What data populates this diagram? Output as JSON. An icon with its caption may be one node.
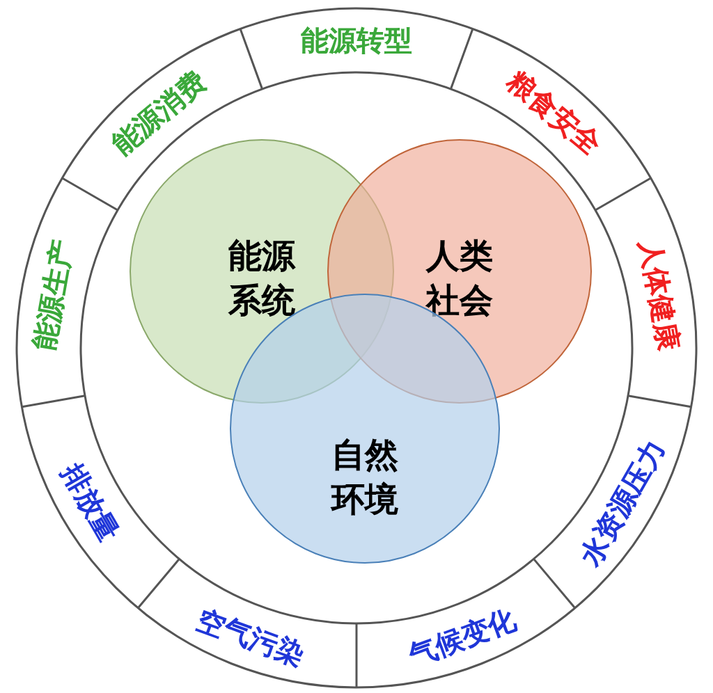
{
  "diagram": {
    "nodes": [
      {
        "text": [
          "能源转型"
        ]
      },
      {
        "text": [
          "粮食安全"
        ]
      },
      {
        "text": [
          "人体健康"
        ]
      },
      {
        "text": [
          "水资源压力"
        ]
      },
      {
        "text": [
          "气候变化"
        ]
      },
      {
        "text": [
          "空气污染"
        ]
      },
      {
        "text": [
          "排放量"
        ]
      },
      {
        "text": [
          "能源生产"
        ]
      },
      {
        "text": [
          "能源消费"
        ]
      },
      {
        "text": [
          "能源系统"
        ]
      },
      {
        "text": [
          "人类社会"
        ]
      },
      {
        "text": [
          "自然环境"
        ]
      }
    ],
    "edges": []
  }
}
